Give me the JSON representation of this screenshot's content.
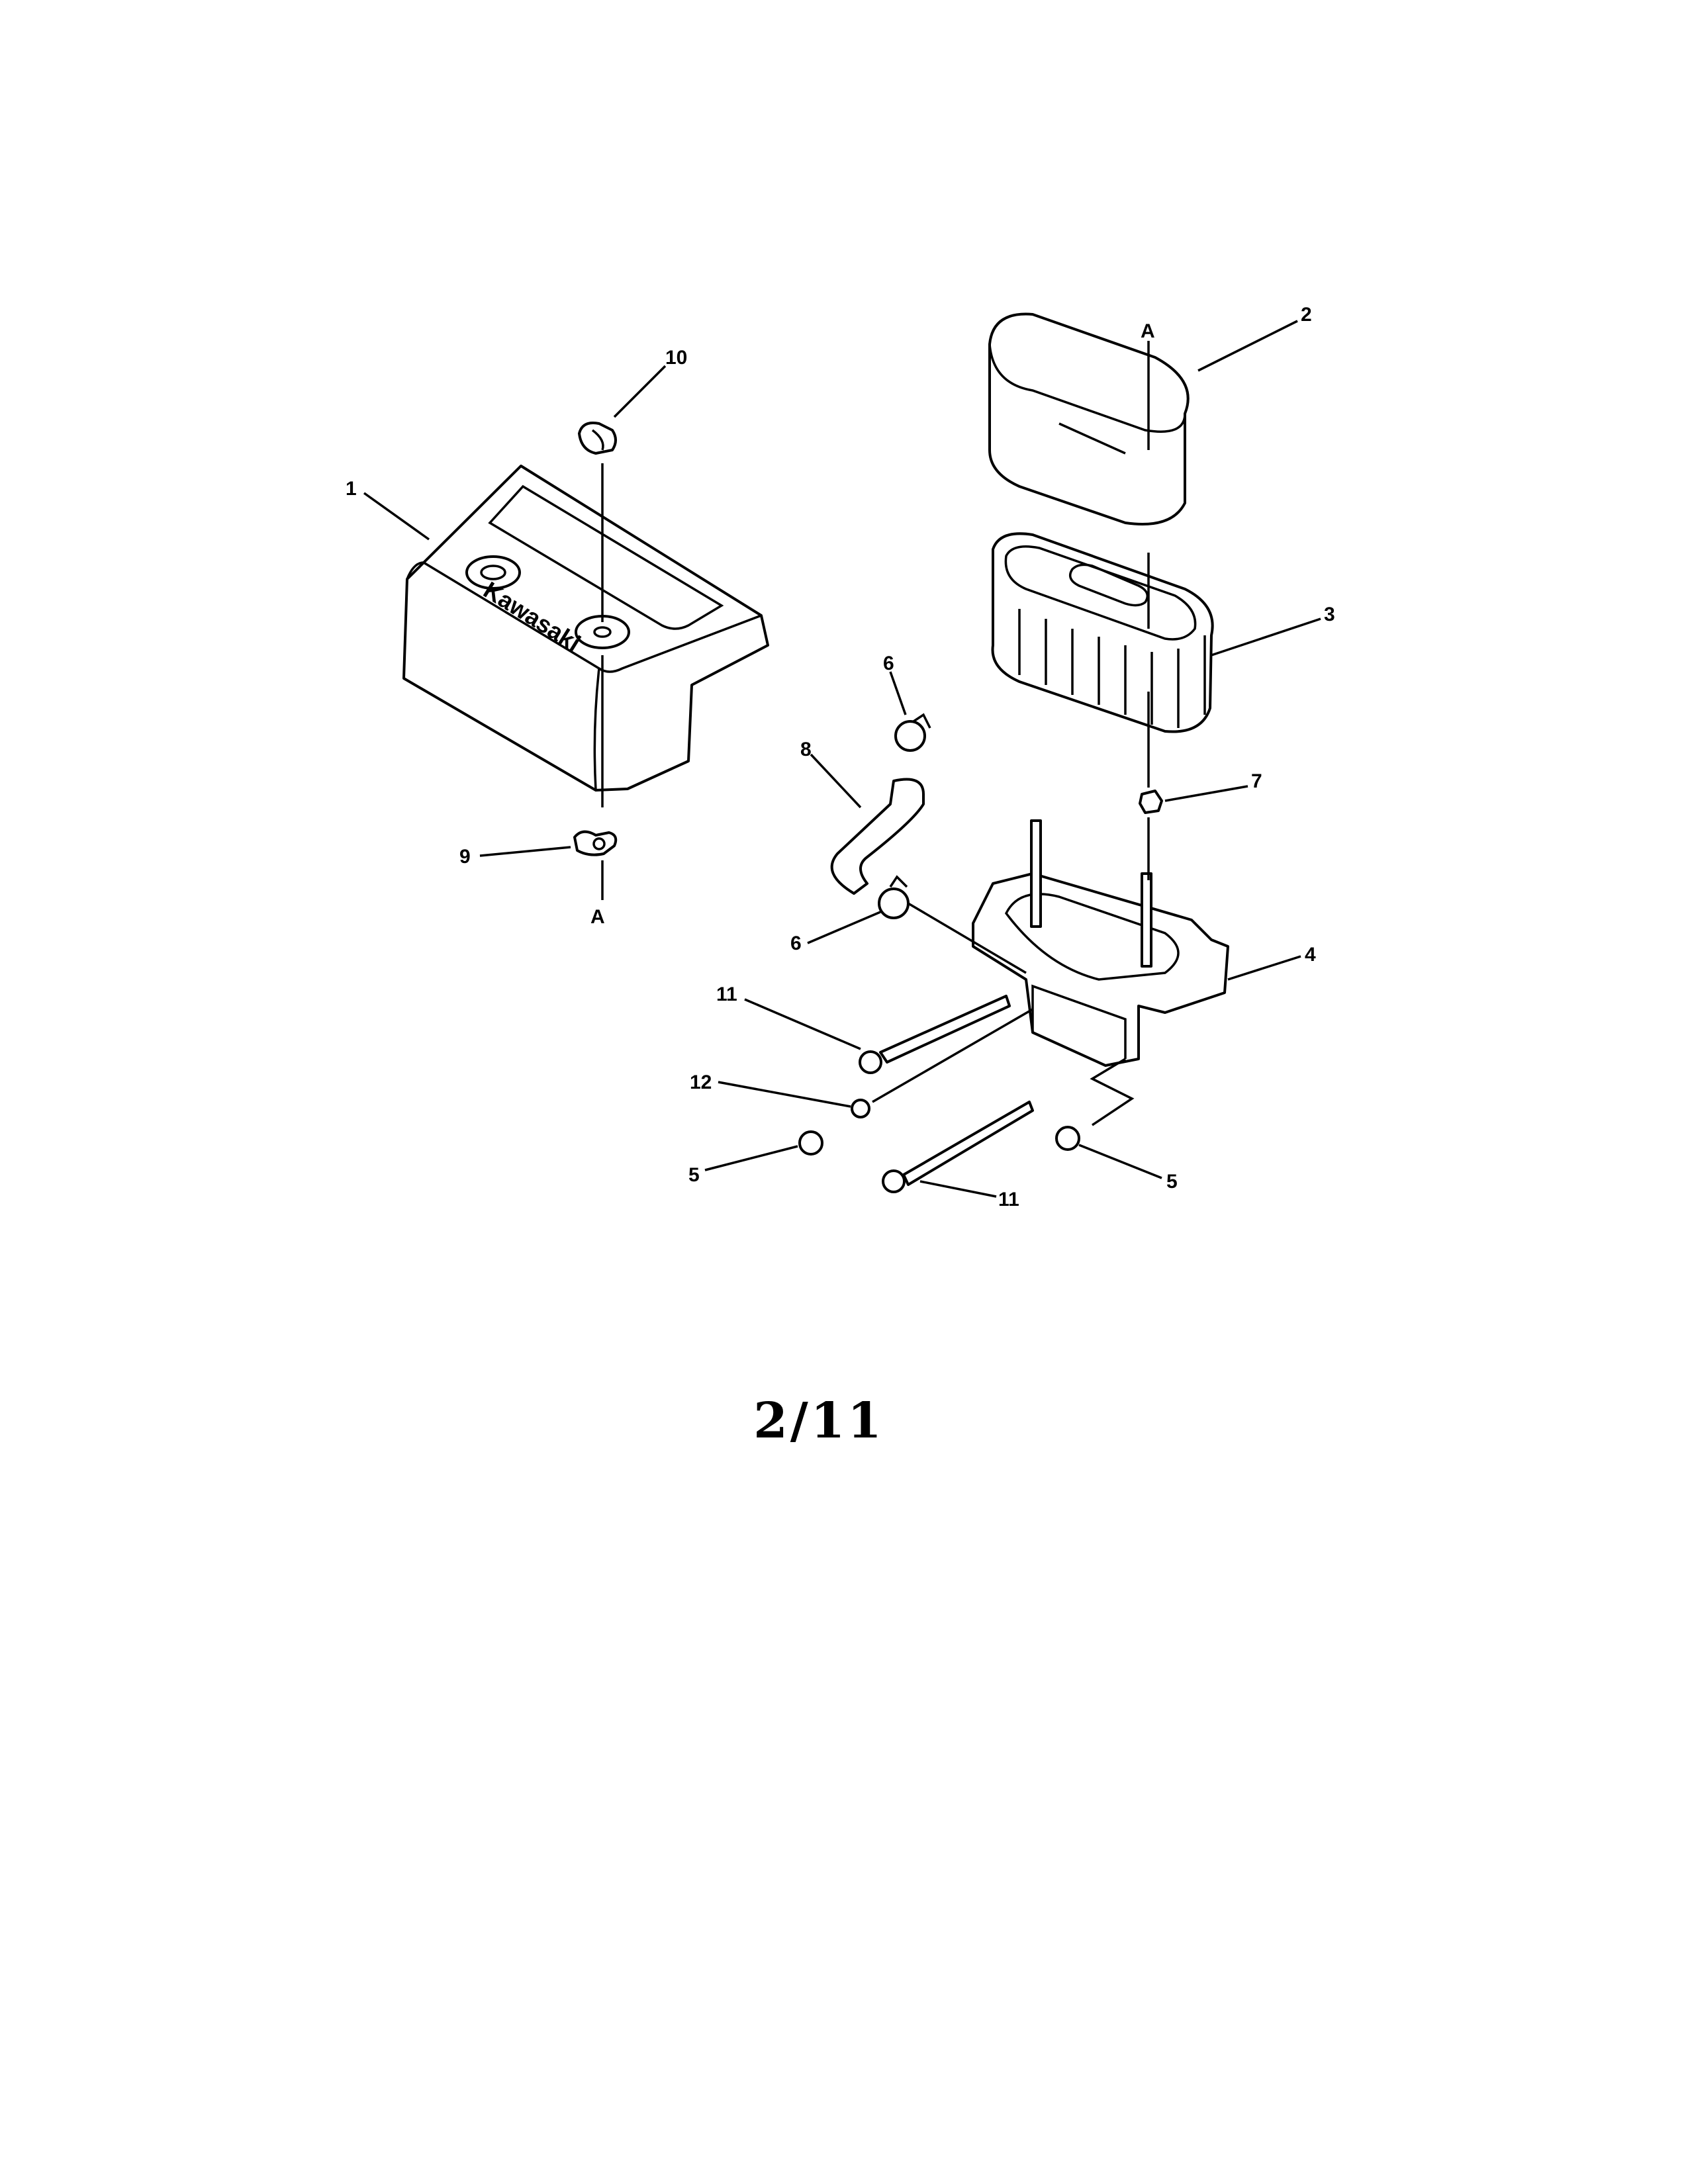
{
  "diagram": {
    "logo_text": "Kawasaki",
    "callouts": [
      {
        "id": "label-10",
        "text": "10"
      },
      {
        "id": "label-2",
        "text": "2"
      },
      {
        "id": "label-a-top",
        "text": "A"
      },
      {
        "id": "label-1",
        "text": "1"
      },
      {
        "id": "label-3",
        "text": "3"
      },
      {
        "id": "label-6-top",
        "text": "6"
      },
      {
        "id": "label-8",
        "text": "8"
      },
      {
        "id": "label-7",
        "text": "7"
      },
      {
        "id": "label-9",
        "text": "9"
      },
      {
        "id": "label-a-bottom",
        "text": "A"
      },
      {
        "id": "label-6-bottom",
        "text": "6"
      },
      {
        "id": "label-4",
        "text": "4"
      },
      {
        "id": "label-11-top",
        "text": "11"
      },
      {
        "id": "label-12",
        "text": "12"
      },
      {
        "id": "label-5-left",
        "text": "5"
      },
      {
        "id": "label-11-bottom",
        "text": "11"
      },
      {
        "id": "label-5-right",
        "text": "5"
      }
    ],
    "page_number": "2/11"
  }
}
